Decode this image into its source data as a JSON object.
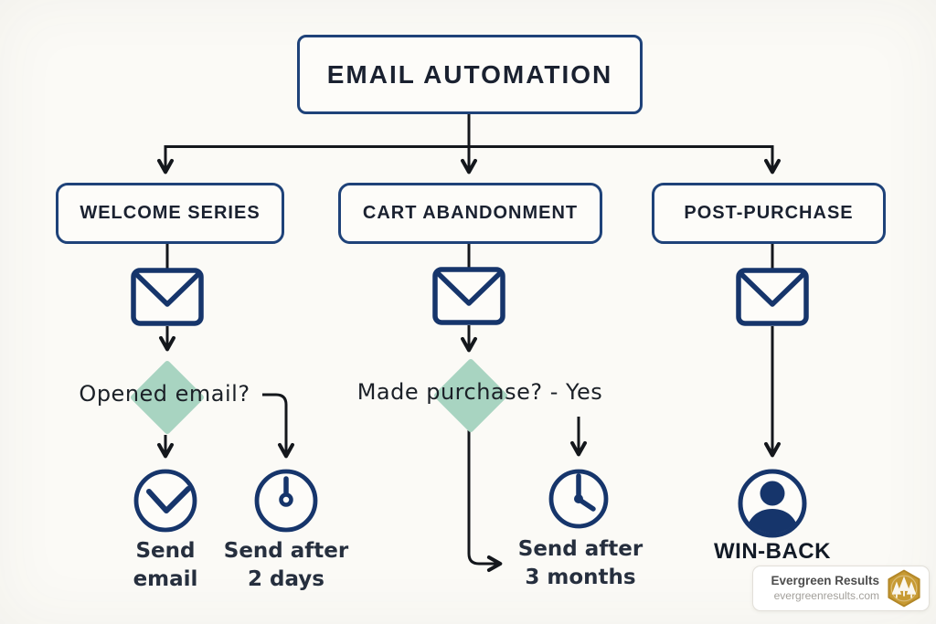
{
  "title": {
    "label": "EMAIL AUTOMATION"
  },
  "branches": [
    {
      "label": "WELCOME SERIES"
    },
    {
      "label": "CART ABANDONMENT"
    },
    {
      "label": "POST-PURCHASE"
    }
  ],
  "decisions": [
    {
      "label": "Opened email?"
    },
    {
      "label": "Made purchase? - Yes"
    }
  ],
  "outcomes": [
    {
      "icon": "check-circle-icon",
      "line1": "Send",
      "line2": "email"
    },
    {
      "icon": "clock-icon",
      "line1": "Send after",
      "line2": "2 days"
    },
    {
      "icon": "clock-icon",
      "line1": "Send after",
      "line2": "3 months"
    },
    {
      "icon": "person-icon",
      "line1": "WIN-BACK",
      "line2": ""
    }
  ],
  "icons": [
    "envelope-icon",
    "envelope-icon",
    "envelope-icon",
    "check-circle-icon",
    "clock-icon",
    "clock-icon",
    "person-icon",
    "pine-trees-badge-icon"
  ],
  "logo": {
    "name": "Evergreen Results",
    "url": "evergreenresults.com"
  },
  "colors": {
    "background": "#fbfaf6",
    "box_border_navy": "#1e4279",
    "icon_navy": "#16356b",
    "line_black": "#14171c",
    "diamond_green": "#a8d4c1",
    "badge_gold": "#c79a33"
  }
}
